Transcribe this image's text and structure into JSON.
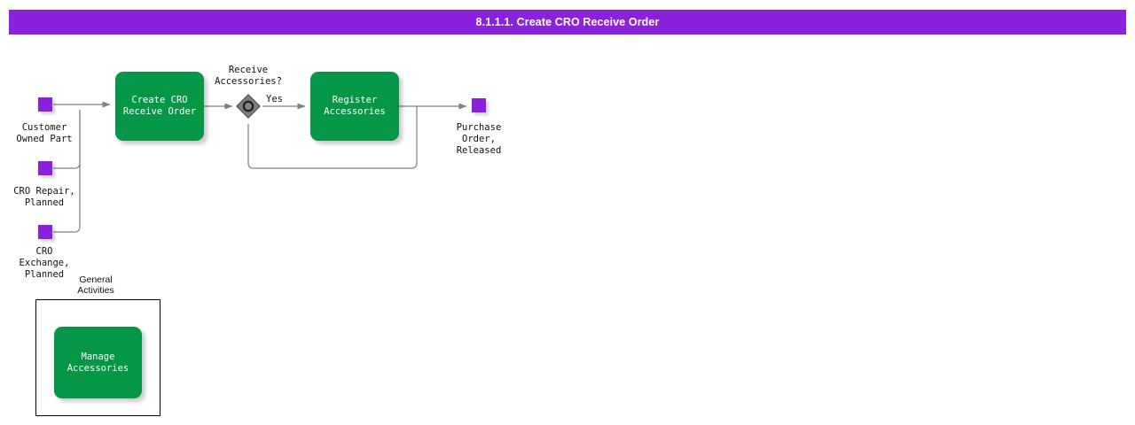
{
  "header": {
    "title": "8.1.1.1. Create CRO Receive Order",
    "band_color": "#8a22dd",
    "text_color": "#ffffff"
  },
  "palette": {
    "event_purple": "#8a22dd",
    "task_green": "#069647",
    "gateway_gray": "#808080",
    "connector_gray": "#808080",
    "text_dark": "#111111",
    "task_text": "#ffffff"
  },
  "diagram": {
    "type": "bpmn-process-flow",
    "start_events": [
      {
        "id": "customer-owned-part",
        "label": "Customer\nOwned Part"
      },
      {
        "id": "cro-repair-planned",
        "label": "CRO Repair,\nPlanned"
      },
      {
        "id": "cro-exchange-planned",
        "label": "CRO\nExchange,\nPlanned"
      }
    ],
    "tasks": [
      {
        "id": "create-cro-receive-order",
        "label": "Create CRO\nReceive Order"
      },
      {
        "id": "register-accessories",
        "label": "Register\nAccessories"
      },
      {
        "id": "manage-accessories",
        "label": "Manage\nAccessories"
      }
    ],
    "gateways": [
      {
        "id": "receive-accessories",
        "label": "Receive\nAccessories?",
        "kind": "event-based"
      }
    ],
    "end_events": [
      {
        "id": "purchase-order-released",
        "label": "Purchase\nOrder,\nReleased"
      }
    ],
    "flow_labels": [
      {
        "id": "yes",
        "label": "Yes"
      }
    ],
    "containers": [
      {
        "id": "general-activities",
        "label": "General\nActivities"
      }
    ]
  }
}
